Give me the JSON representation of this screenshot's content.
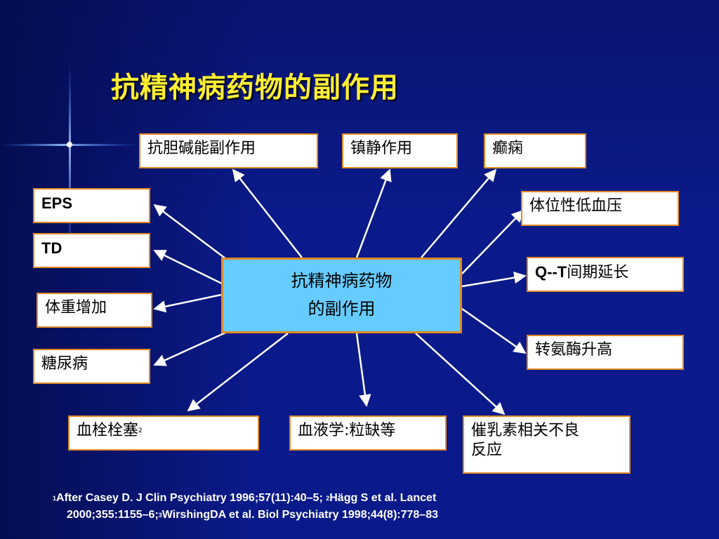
{
  "slide": {
    "title": "抗精神病药物的副作用",
    "center": {
      "line1": "抗精神病药物",
      "line2": "的副作用"
    },
    "effects": {
      "anticholinergic": "抗胆碱能副作用",
      "sedation": "镇静作用",
      "epilepsy": "癫痫",
      "hypotension": "体位性低血压",
      "qt_prefix": "Q--T",
      "qt_suffix": "间期延长",
      "transaminase": "转氨酶升高",
      "eps": "EPS",
      "td": "TD",
      "weight": "体重增加",
      "diabetes": "糖尿病",
      "thrombo": "血栓栓塞",
      "thrombo_sup": "2",
      "hematology": "血液学:粒缺等",
      "prolactin_line1": "催乳素相关不良",
      "prolactin_line2": "反应"
    },
    "reference": {
      "sup1": "1",
      "part1": "After Casey D. J Clin Psychiatry 1996;57(11):40–5; ",
      "sup2": "2",
      "part2": "Hägg S et al. Lancet",
      "part3": "2000;355:1155–6;",
      "sup3": "3",
      "part4": "WirshingDA et al. Biol Psychiatry 1998;44(8):778–83"
    }
  },
  "colors": {
    "background": "#0b1a8a",
    "title": "#ffef33",
    "box_border": "#e08a24",
    "center_fill": "#66ccff"
  }
}
